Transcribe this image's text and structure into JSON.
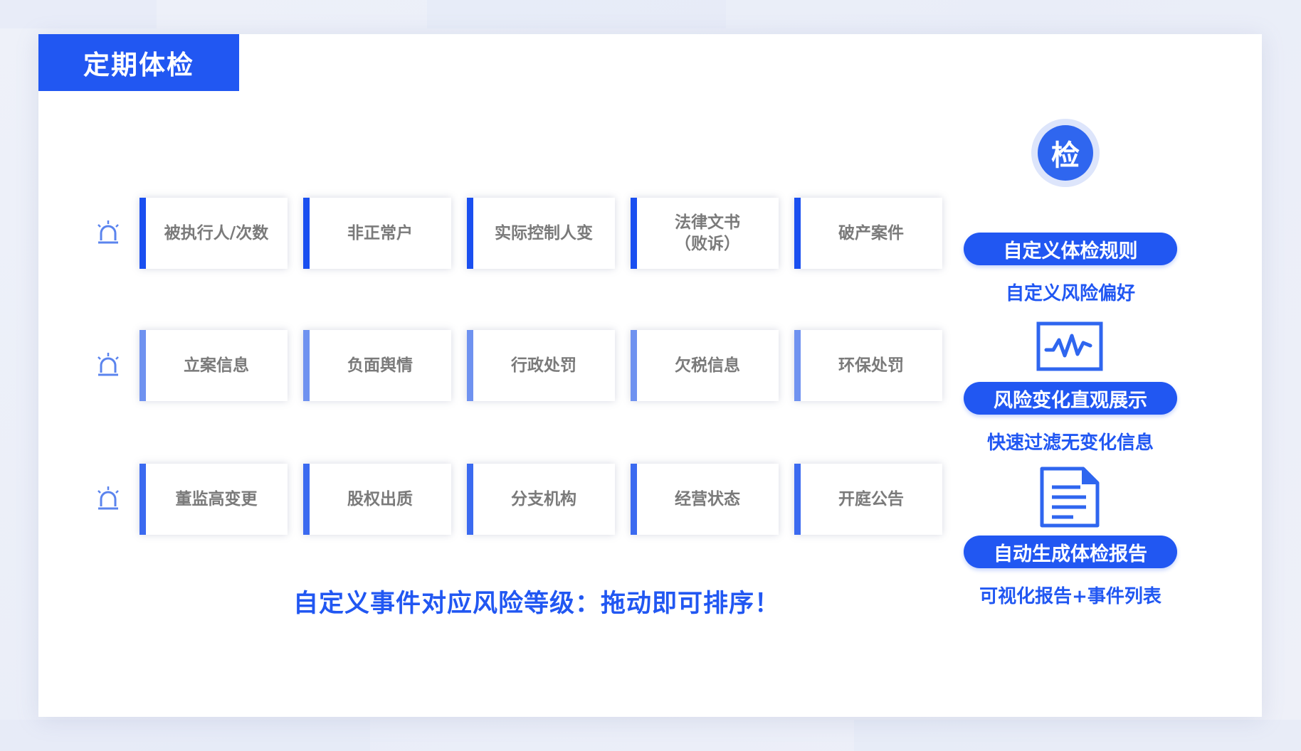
{
  "header": {
    "title": "定期体检"
  },
  "rows": [
    {
      "bar_color": "#1a4ff0",
      "items": [
        "被执行人/次数",
        "非正常户",
        "实际控制人变",
        "法律文书\n（败诉）",
        "破产案件"
      ]
    },
    {
      "bar_color": "#6f92f0",
      "items": [
        "立案信息",
        "负面舆情",
        "行政处罚",
        "欠税信息",
        "环保处罚"
      ]
    },
    {
      "bar_color": "#3b6af0",
      "items": [
        "董监高变更",
        "股权出质",
        "分支机构",
        "经营状态",
        "开庭公告"
      ]
    }
  ],
  "bottom_note": "自定义事件对应风险等级：拖动即可排序！",
  "side": {
    "badge_char": "检",
    "features": [
      {
        "icon": "check-badge-icon",
        "pill": "自定义体检规则",
        "sub": "自定义风险偏好"
      },
      {
        "icon": "pulse-chart-icon",
        "pill": "风险变化直观展示",
        "sub": "快速过滤无变化信息"
      },
      {
        "icon": "report-document-icon",
        "pill": "自动生成体检报告",
        "sub": "可视化报告+事件列表"
      }
    ]
  },
  "colors": {
    "accent": "#2157f2",
    "tile_text": "#7a7a7a",
    "alarm": "#5b84ee"
  }
}
